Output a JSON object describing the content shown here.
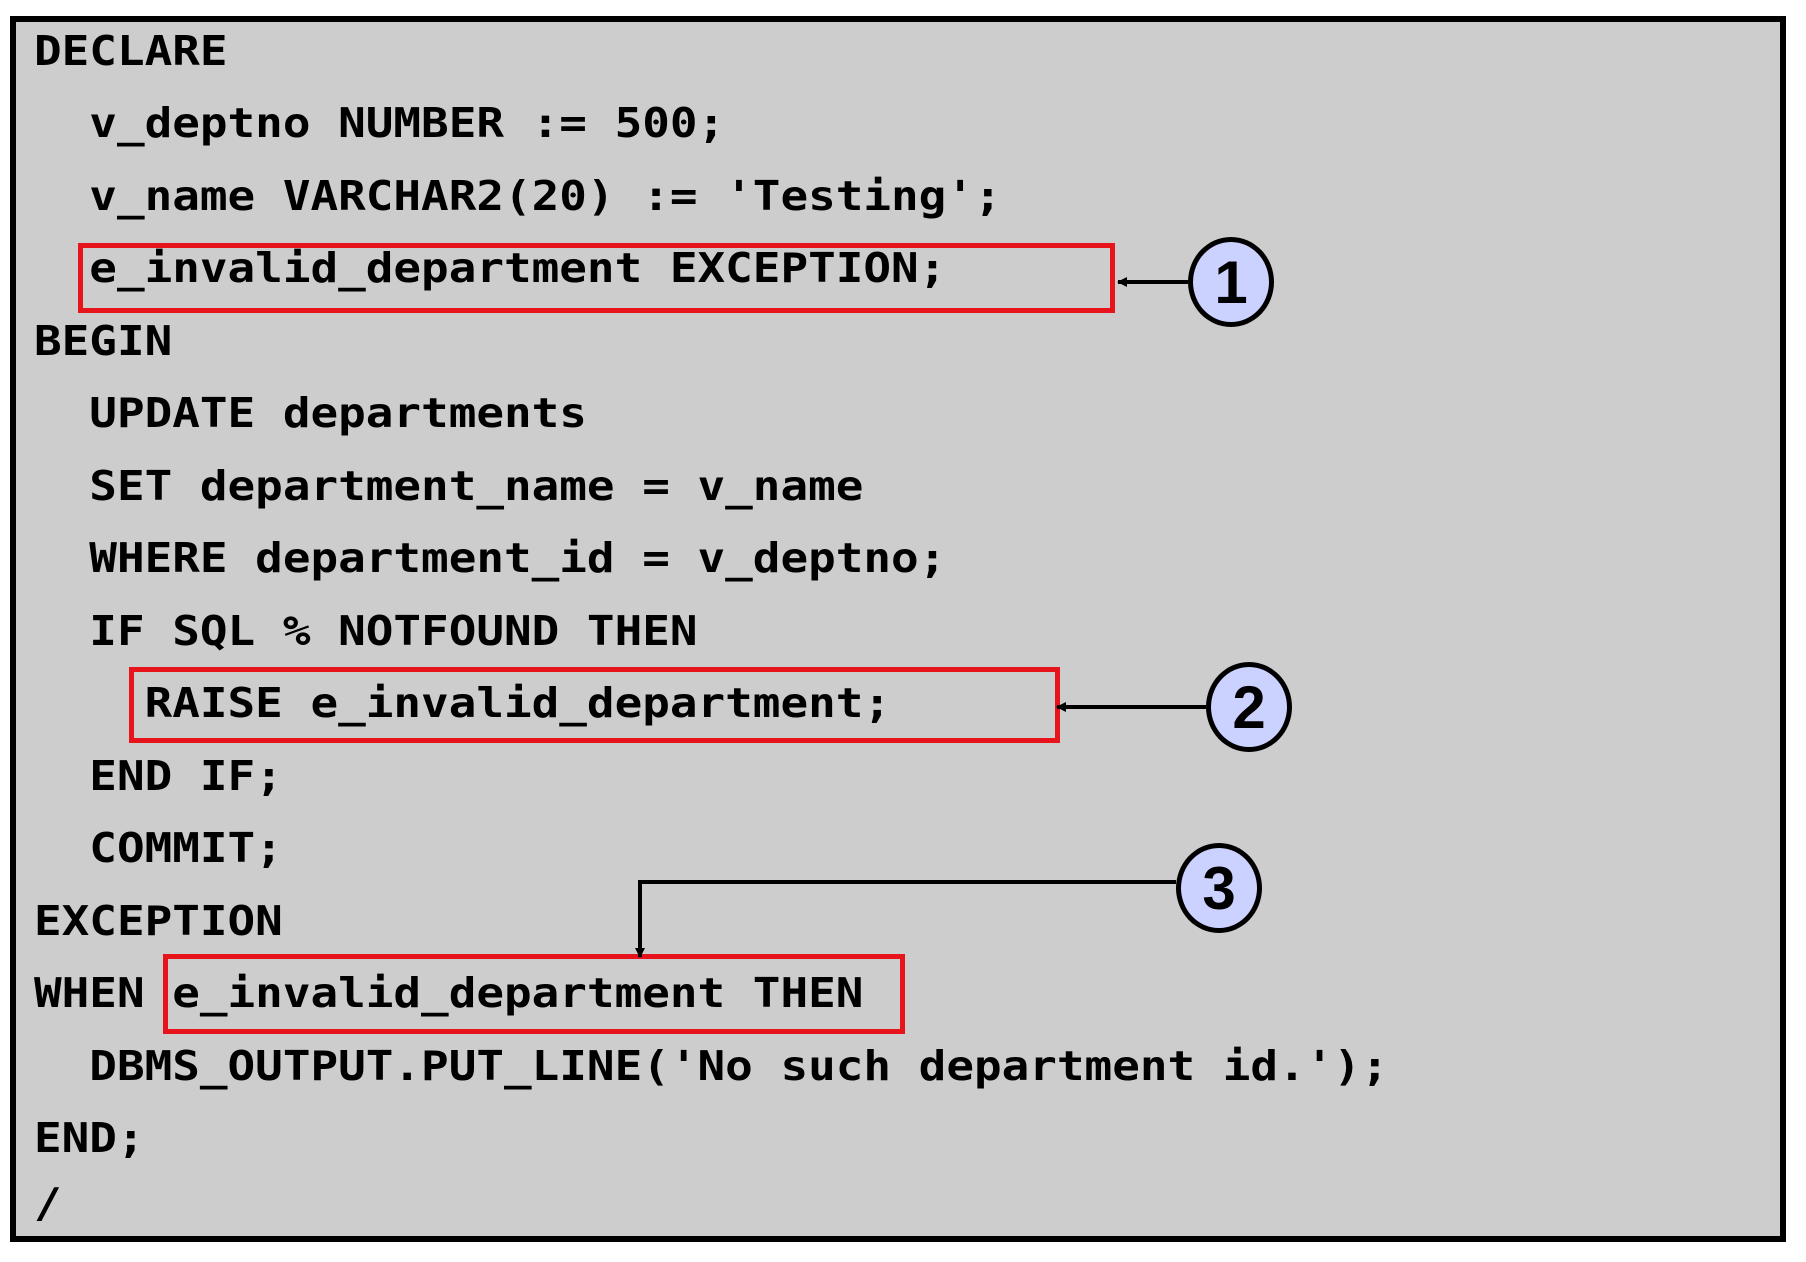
{
  "code_lines": [
    "DECLARE",
    "  v_deptno NUMBER := 500;",
    "  v_name VARCHAR2(20) := 'Testing';",
    "  e_invalid_department EXCEPTION;",
    "BEGIN",
    "  UPDATE departments",
    "  SET department_name = v_name",
    "  WHERE department_id = v_deptno;",
    "  IF SQL % NOTFOUND THEN",
    "    RAISE e_invalid_department;",
    "  END IF;",
    "  COMMIT;",
    "EXCEPTION",
    "WHEN e_invalid_department THEN",
    "  DBMS_OUTPUT.PUT_LINE('No such department id.');",
    "END;",
    "/"
  ],
  "callouts": [
    {
      "number": "1",
      "target": "e_invalid_department EXCEPTION;"
    },
    {
      "number": "2",
      "target": "RAISE e_invalid_department;"
    },
    {
      "number": "3",
      "target": "e_invalid_department THEN"
    }
  ],
  "colors": {
    "panel_background": "#cdcdcd",
    "highlight_border": "#e8141b",
    "callout_fill": "#ccd2ff",
    "text": "#000000"
  }
}
